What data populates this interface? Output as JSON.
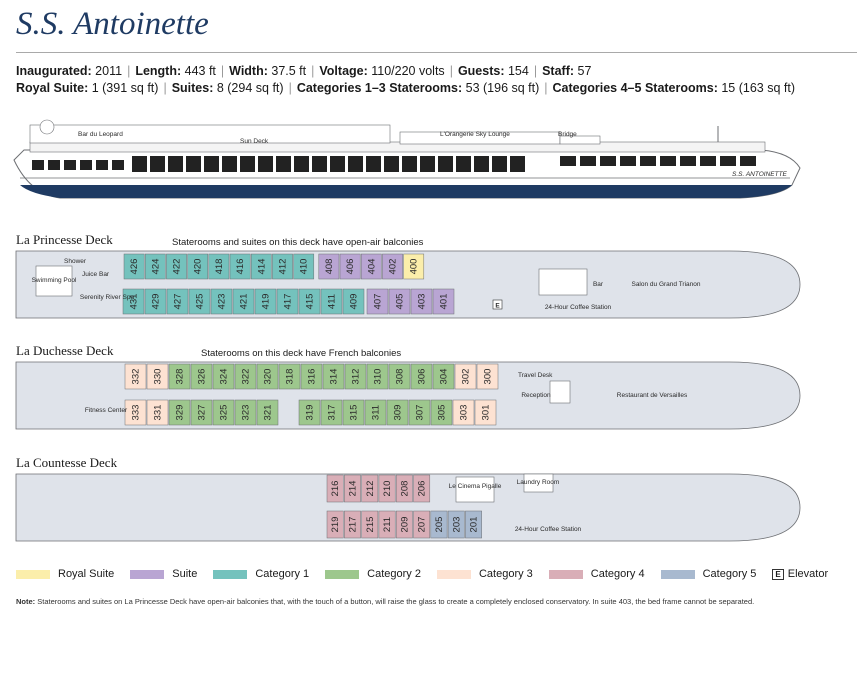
{
  "title": "S.S. Antoinette",
  "specs_line1": [
    {
      "label": "Inaugurated:",
      "value": "2011"
    },
    {
      "label": "Length:",
      "value": "443 ft"
    },
    {
      "label": "Width:",
      "value": "37.5 ft"
    },
    {
      "label": "Voltage:",
      "value": "110/220 volts"
    },
    {
      "label": "Guests:",
      "value": "154"
    },
    {
      "label": "Staff:",
      "value": "57"
    }
  ],
  "specs_line2": [
    {
      "label": "Royal Suite:",
      "value": "1 (391 sq ft)"
    },
    {
      "label": "Suites:",
      "value": "8 (294 sq ft)"
    },
    {
      "label": "Categories 1–3 Staterooms:",
      "value": "53 (196 sq ft)"
    },
    {
      "label": "Categories 4–5 Staterooms:",
      "value": "15 (163 sq ft)"
    }
  ],
  "profile": {
    "labels": [
      "Bar du Leopard",
      "Sun Deck",
      "L'Orangerie Sky Lounge",
      "Bridge"
    ],
    "hull_name": "S.S. ANTOINETTE"
  },
  "colors": {
    "royal": "#fbeeab",
    "suite": "#b9a5d3",
    "cat1": "#74c2bd",
    "cat2": "#9dc78d",
    "cat3": "#fde2d2",
    "cat4": "#d9aeb7",
    "cat5": "#a8b9cf",
    "hull": "#dfe3ea",
    "outline": "#6d6f73"
  },
  "decks": [
    {
      "name": "La Princesse Deck",
      "note": "Staterooms and suites on this deck have open-air balconies",
      "labels": [
        "Shower",
        "Juice Bar",
        "Swimming Pool",
        "Serenity River Spa",
        "Bar",
        "Salon du Grand Trianon",
        "24-Hour Coffee Station",
        "E"
      ],
      "top_row": [
        {
          "n": "426",
          "c": "cat1"
        },
        {
          "n": "424",
          "c": "cat1"
        },
        {
          "n": "422",
          "c": "cat1"
        },
        {
          "n": "420",
          "c": "cat1"
        },
        {
          "n": "418",
          "c": "cat1"
        },
        {
          "n": "416",
          "c": "cat1"
        },
        {
          "n": "414",
          "c": "cat1"
        },
        {
          "n": "412",
          "c": "cat1"
        },
        {
          "n": "410",
          "c": "cat1"
        },
        {
          "n": "408",
          "c": "suite"
        },
        {
          "n": "406",
          "c": "suite"
        },
        {
          "n": "404",
          "c": "suite"
        },
        {
          "n": "402",
          "c": "suite"
        },
        {
          "n": "400",
          "c": "royal"
        }
      ],
      "bottom_row": [
        {
          "n": "431",
          "c": "cat1"
        },
        {
          "n": "429",
          "c": "cat1"
        },
        {
          "n": "427",
          "c": "cat1"
        },
        {
          "n": "425",
          "c": "cat1"
        },
        {
          "n": "423",
          "c": "cat1"
        },
        {
          "n": "421",
          "c": "cat1"
        },
        {
          "n": "419",
          "c": "cat1"
        },
        {
          "n": "417",
          "c": "cat1"
        },
        {
          "n": "415",
          "c": "cat1"
        },
        {
          "n": "411",
          "c": "cat1"
        },
        {
          "n": "409",
          "c": "cat1"
        },
        {
          "n": "407",
          "c": "suite"
        },
        {
          "n": "405",
          "c": "suite"
        },
        {
          "n": "403",
          "c": "suite"
        },
        {
          "n": "401",
          "c": "suite"
        }
      ]
    },
    {
      "name": "La Duchesse Deck",
      "note": "Staterooms on this deck have French balconies",
      "labels": [
        "Travel Desk",
        "Reception",
        "Fitness Center",
        "Restaurant de Versailles"
      ],
      "top_row": [
        {
          "n": "332",
          "c": "cat3"
        },
        {
          "n": "330",
          "c": "cat3"
        },
        {
          "n": "328",
          "c": "cat2"
        },
        {
          "n": "326",
          "c": "cat2"
        },
        {
          "n": "324",
          "c": "cat2"
        },
        {
          "n": "322",
          "c": "cat2"
        },
        {
          "n": "320",
          "c": "cat2"
        },
        {
          "n": "318",
          "c": "cat2"
        },
        {
          "n": "316",
          "c": "cat2"
        },
        {
          "n": "314",
          "c": "cat2"
        },
        {
          "n": "312",
          "c": "cat2"
        },
        {
          "n": "310",
          "c": "cat2"
        },
        {
          "n": "308",
          "c": "cat2"
        },
        {
          "n": "306",
          "c": "cat2"
        },
        {
          "n": "304",
          "c": "cat2"
        },
        {
          "n": "302",
          "c": "cat3"
        },
        {
          "n": "300",
          "c": "cat3"
        }
      ],
      "bottom_row": [
        {
          "n": "333",
          "c": "cat3"
        },
        {
          "n": "331",
          "c": "cat3"
        },
        {
          "n": "329",
          "c": "cat2"
        },
        {
          "n": "327",
          "c": "cat2"
        },
        {
          "n": "325",
          "c": "cat2"
        },
        {
          "n": "323",
          "c": "cat2"
        },
        {
          "n": "321",
          "c": "cat2"
        },
        {
          "n": "319",
          "c": "cat2"
        },
        {
          "n": "317",
          "c": "cat2"
        },
        {
          "n": "315",
          "c": "cat2"
        },
        {
          "n": "311",
          "c": "cat2"
        },
        {
          "n": "309",
          "c": "cat2"
        },
        {
          "n": "307",
          "c": "cat2"
        },
        {
          "n": "305",
          "c": "cat2"
        },
        {
          "n": "303",
          "c": "cat3"
        },
        {
          "n": "301",
          "c": "cat3"
        }
      ]
    },
    {
      "name": "La Countesse Deck",
      "labels": [
        "Le Cinema Pigalle",
        "Laundry Room",
        "24-Hour Coffee Station"
      ],
      "top_row": [
        {
          "n": "216",
          "c": "cat4"
        },
        {
          "n": "214",
          "c": "cat4"
        },
        {
          "n": "212",
          "c": "cat4"
        },
        {
          "n": "210",
          "c": "cat4"
        },
        {
          "n": "208",
          "c": "cat4"
        },
        {
          "n": "206",
          "c": "cat4"
        }
      ],
      "bottom_row": [
        {
          "n": "219",
          "c": "cat4"
        },
        {
          "n": "217",
          "c": "cat4"
        },
        {
          "n": "215",
          "c": "cat4"
        },
        {
          "n": "211",
          "c": "cat4"
        },
        {
          "n": "209",
          "c": "cat4"
        },
        {
          "n": "207",
          "c": "cat4"
        },
        {
          "n": "205",
          "c": "cat5"
        },
        {
          "n": "203",
          "c": "cat5"
        },
        {
          "n": "201",
          "c": "cat5"
        }
      ]
    }
  ],
  "legend": [
    {
      "label": "Royal Suite",
      "c": "royal"
    },
    {
      "label": "Suite",
      "c": "suite"
    },
    {
      "label": "Category 1",
      "c": "cat1"
    },
    {
      "label": "Category 2",
      "c": "cat2"
    },
    {
      "label": "Category 3",
      "c": "cat3"
    },
    {
      "label": "Category 4",
      "c": "cat4"
    },
    {
      "label": "Category 5",
      "c": "cat5"
    }
  ],
  "legend_elevator": {
    "symbol": "E",
    "label": "Elevator"
  },
  "footnote": {
    "label": "Note:",
    "text": "Staterooms and suites on La Princesse Deck have open-air balconies that, with the touch of a button, will raise the glass to create a completely enclosed conservatory. In suite 403, the bed frame cannot be separated."
  }
}
